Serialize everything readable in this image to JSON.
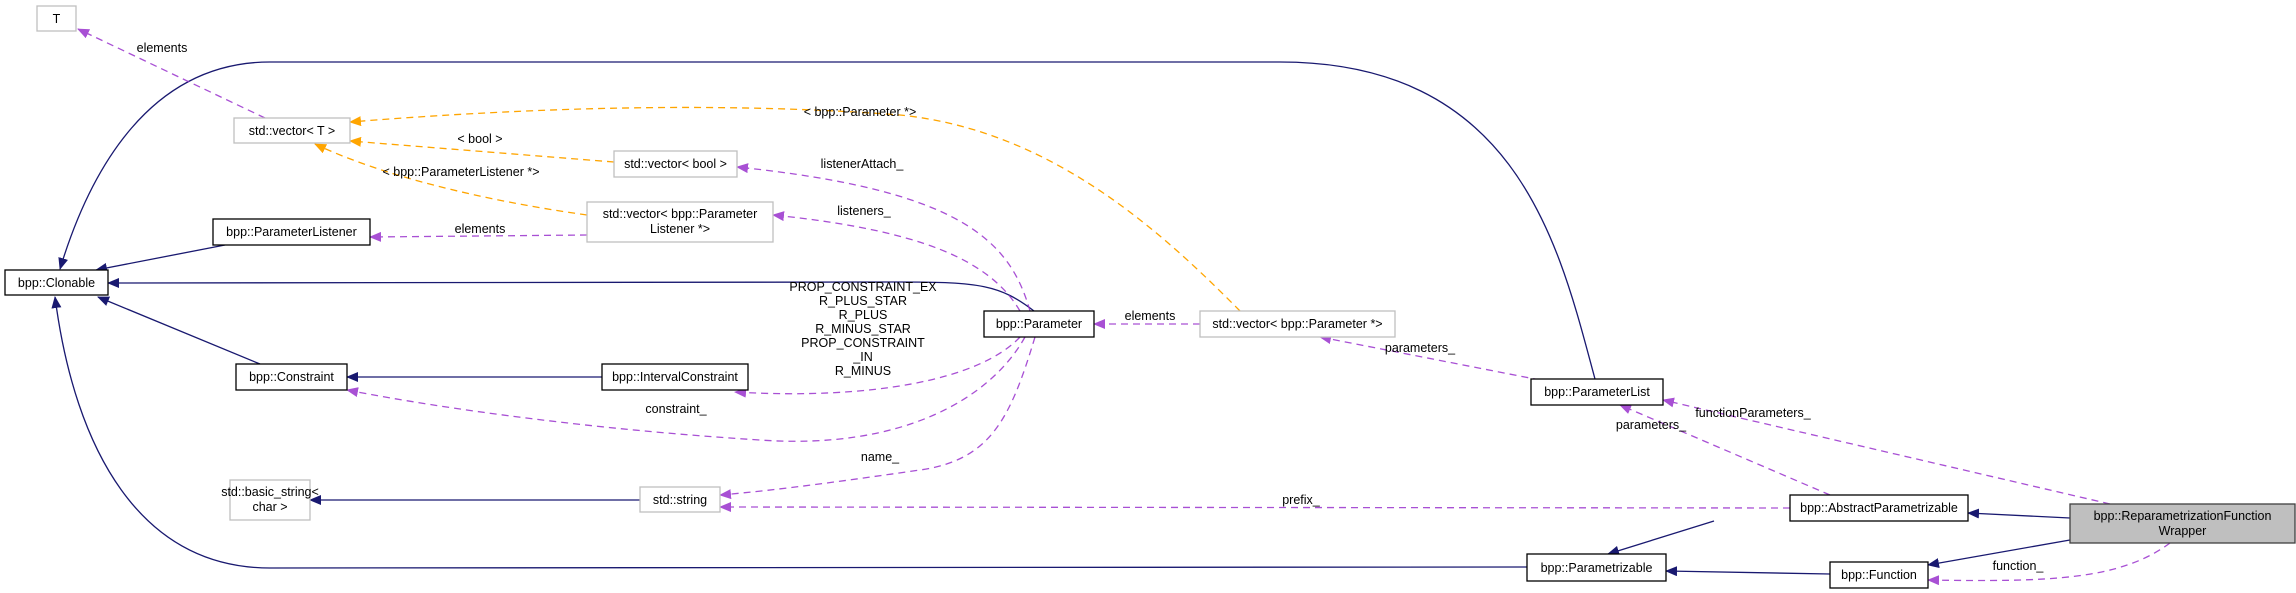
{
  "title": "bpp::ReparametrizationFunctionWrapper collaboration graph",
  "colors": {
    "inheritance": "#191970",
    "member": "#9a32cd",
    "template": "#ffa500",
    "focus_fill": "#bfbfbf"
  },
  "nodes": {
    "T": [
      "T"
    ],
    "vectorT": [
      "std::vector< T >"
    ],
    "parameterListener": [
      "bpp::ParameterListener"
    ],
    "clonable": [
      "bpp::Clonable"
    ],
    "constraint": [
      "bpp::Constraint"
    ],
    "basicString": [
      "std::basic_string<",
      "char >"
    ],
    "vectorBool": [
      "std::vector< bool >"
    ],
    "vectorListener": [
      "std::vector< bpp::Parameter",
      "Listener *>"
    ],
    "intervalConstraint": [
      "bpp::IntervalConstraint"
    ],
    "stdString": [
      "std::string"
    ],
    "parameter": [
      "bpp::Parameter"
    ],
    "vectorParameter": [
      "std::vector< bpp::Parameter *>"
    ],
    "parameterList": [
      "bpp::ParameterList"
    ],
    "abstractParametrizable": [
      "bpp::AbstractParametrizable"
    ],
    "parametrizable": [
      "bpp::Parametrizable"
    ],
    "function": [
      "bpp::Function"
    ],
    "wrapper": [
      "bpp::ReparametrizationFunction",
      "Wrapper"
    ]
  },
  "edge_labels": {
    "T_elements": "elements",
    "bool": "< bool >",
    "listener_ptr": "< bpp::ParameterListener *>",
    "param_ptr": "< bpp::Parameter *>",
    "listener_elements": "elements",
    "listenerAttach": "listenerAttach_",
    "listeners": "listeners_",
    "constants": [
      "PROP_CONSTRAINT_EX",
      "R_PLUS_STAR",
      "R_PLUS",
      "R_MINUS_STAR",
      "PROP_CONSTRAINT",
      "_IN",
      "R_MINUS"
    ],
    "constraint": "constraint_",
    "name": "name_",
    "param_elements": "elements",
    "parameters_list": "parameters_",
    "parameters_abs": "parameters_",
    "functionParameters": "functionParameters_",
    "prefix": "prefix_",
    "function": "function_"
  }
}
